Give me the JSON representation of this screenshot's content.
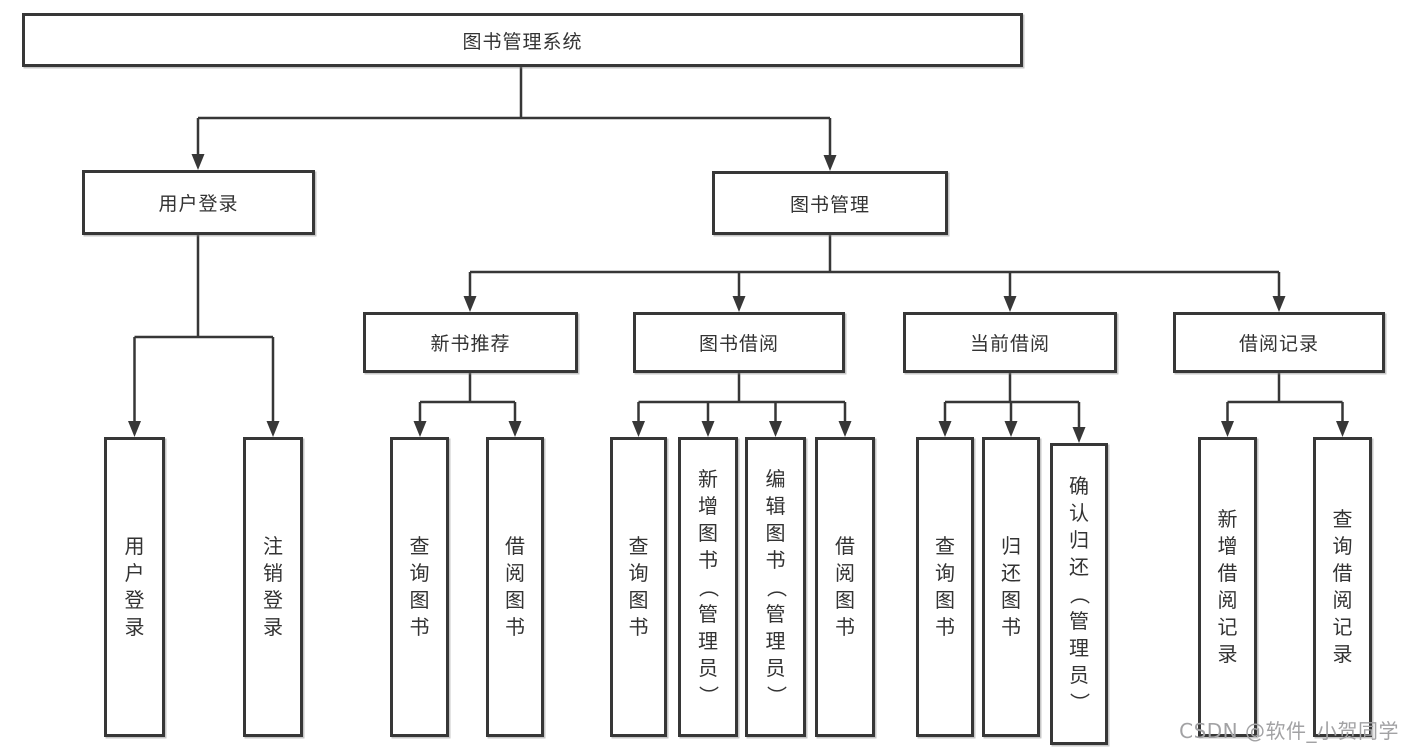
{
  "tree": {
    "label": "图书管理系统",
    "children": [
      {
        "label": "用户登录",
        "children": [
          {
            "label": "用户登录"
          },
          {
            "label": "注销登录"
          }
        ]
      },
      {
        "label": "图书管理",
        "children": [
          {
            "label": "新书推荐",
            "children": [
              {
                "label": "查询图书"
              },
              {
                "label": "借阅图书"
              }
            ]
          },
          {
            "label": "图书借阅",
            "children": [
              {
                "label": "查询图书"
              },
              {
                "label": "新增图书（管理员）"
              },
              {
                "label": "编辑图书（管理员）"
              },
              {
                "label": "借阅图书"
              }
            ]
          },
          {
            "label": "当前借阅",
            "children": [
              {
                "label": "查询图书"
              },
              {
                "label": "归还图书"
              },
              {
                "label": "确认归还（管理员）"
              }
            ]
          },
          {
            "label": "借阅记录",
            "children": [
              {
                "label": "新增借阅记录"
              },
              {
                "label": "查询借阅记录"
              }
            ]
          }
        ]
      }
    ]
  },
  "watermark": "CSDN @软件_小贺同学",
  "colors": {
    "line": "#373737",
    "border": "#373737",
    "text": "#333333",
    "background": "#ffffff",
    "watermark": "#a2a2a4"
  }
}
